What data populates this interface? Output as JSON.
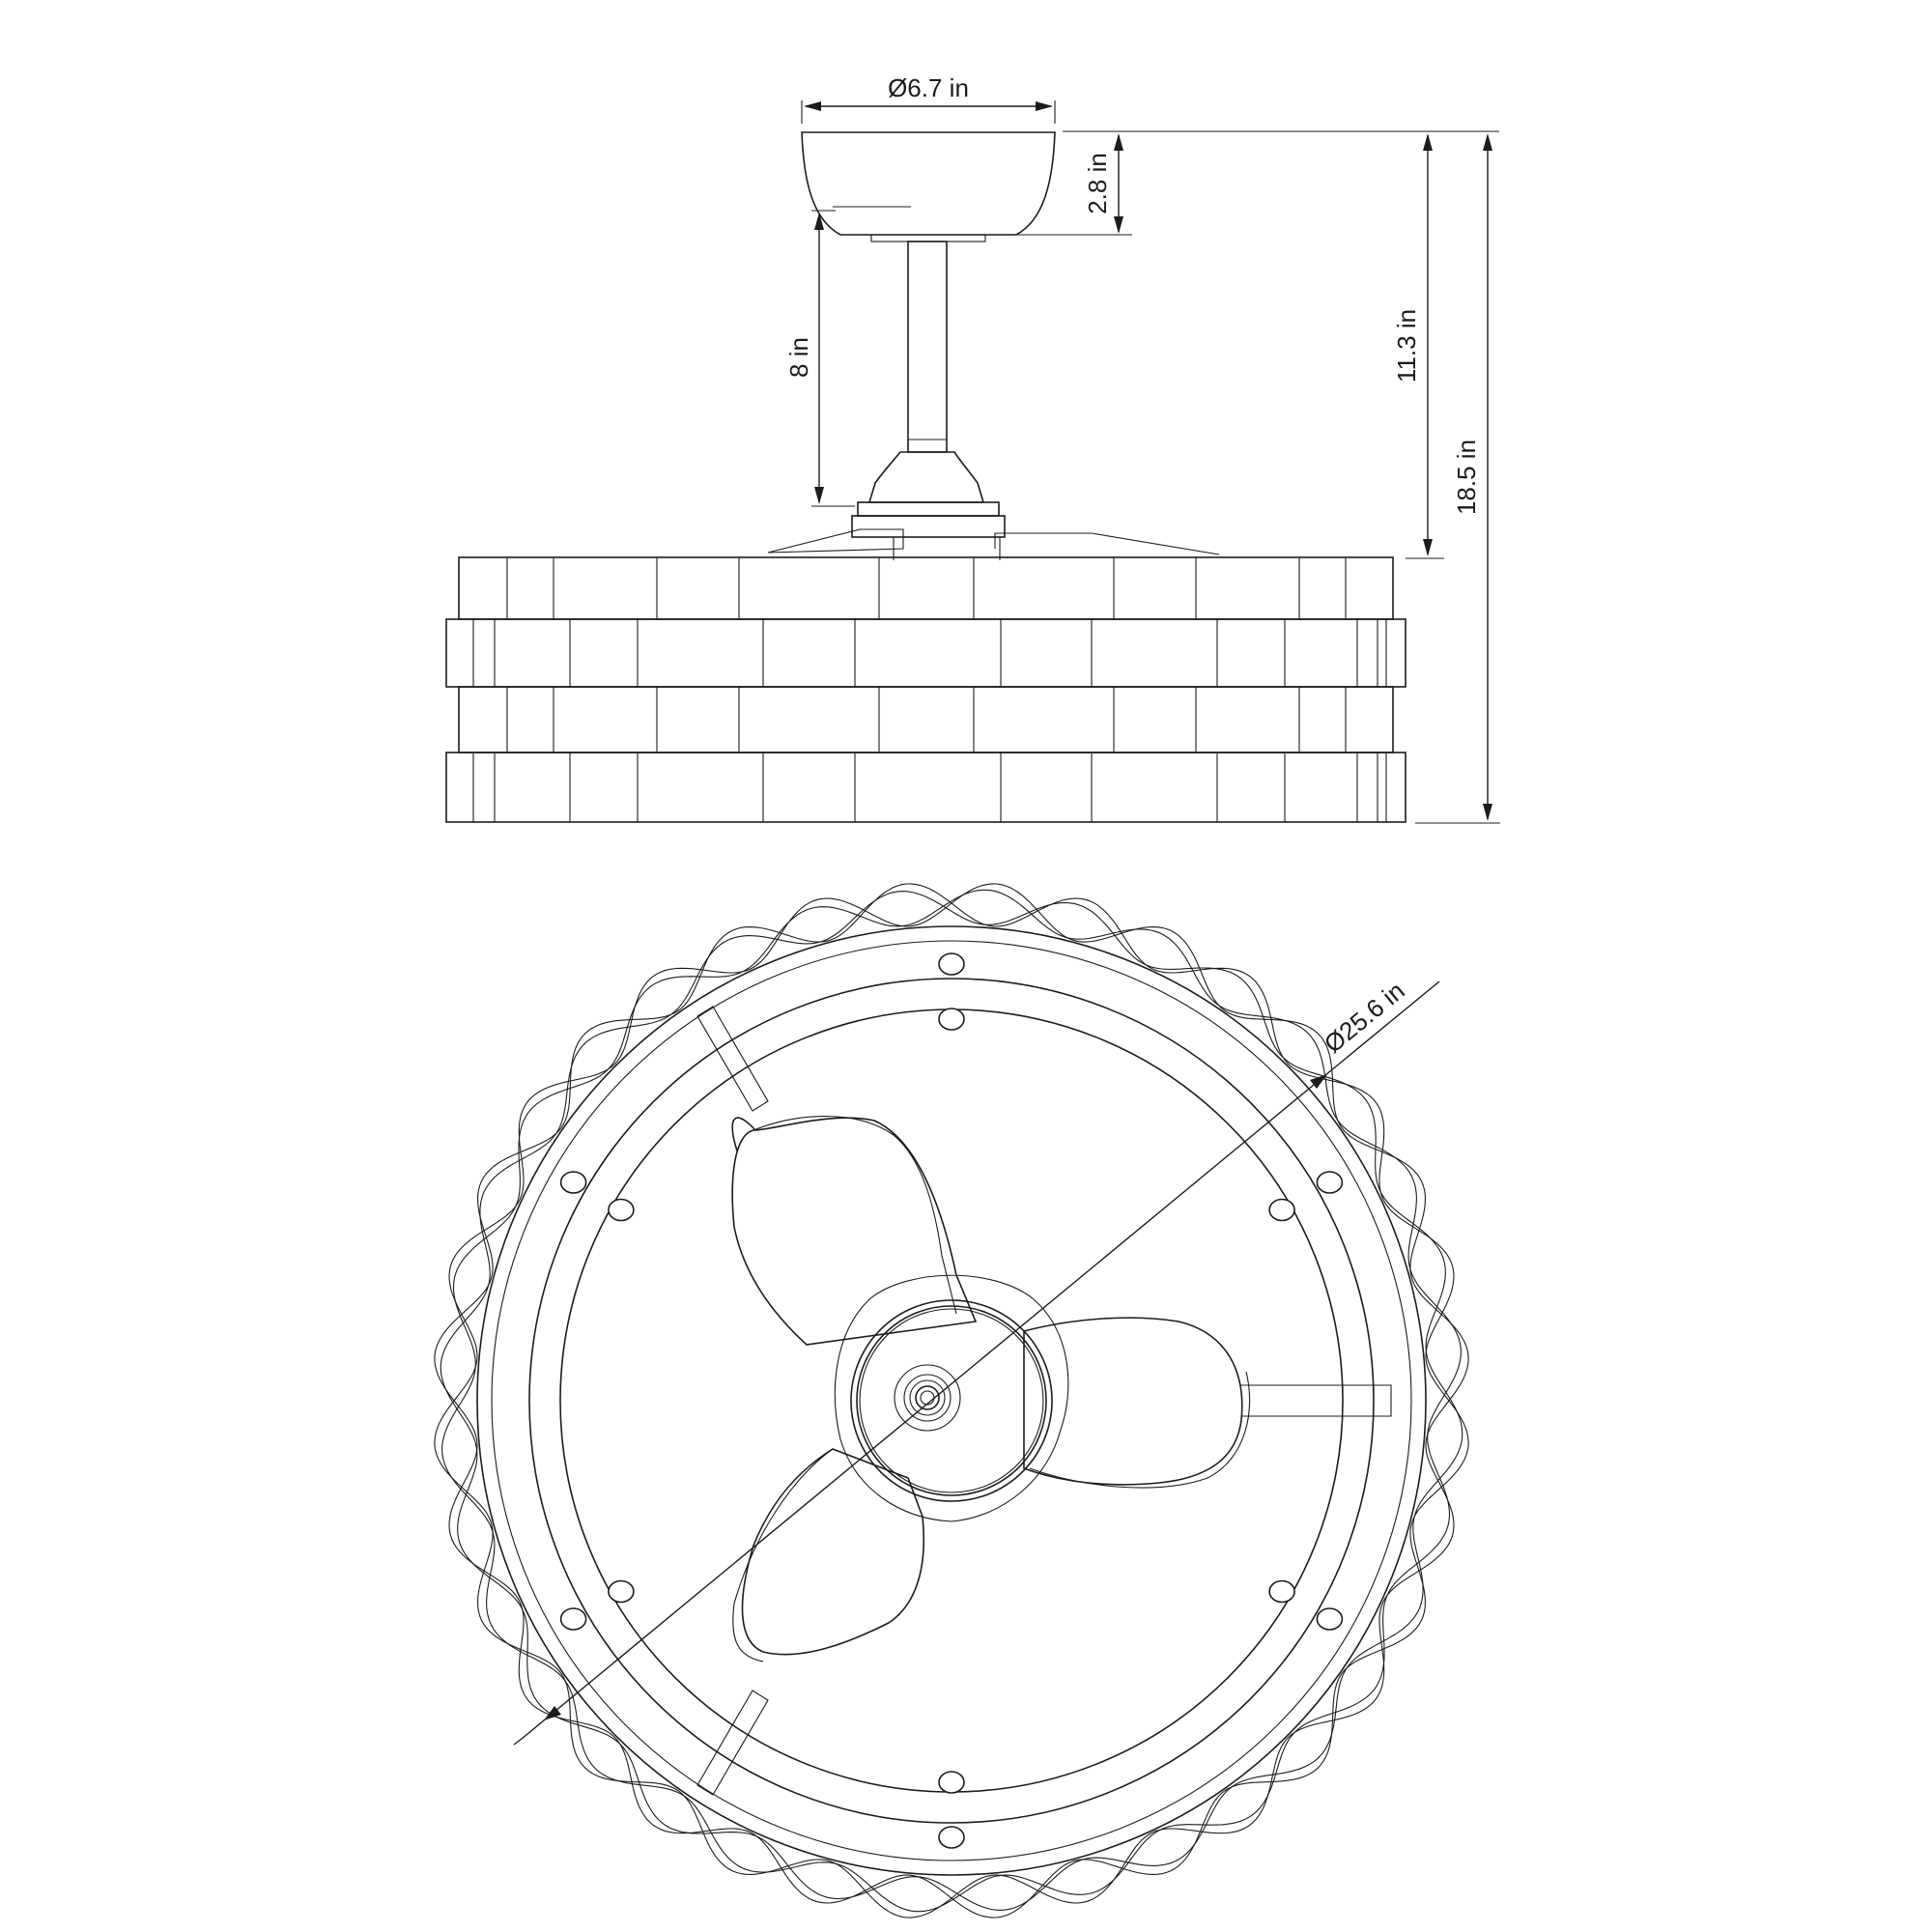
{
  "dimensions": {
    "canopy_diameter": "Ø6.7 in",
    "canopy_height": "2.8 in",
    "downrod_length": "8 in",
    "height_to_cage_top": "11.3 in",
    "overall_height": "18.5 in",
    "cage_diameter": "Ø25.6 in"
  },
  "views": {
    "side": {
      "cage_rows": 4
    },
    "bottom": {
      "blade_count": 3
    }
  },
  "colors": {
    "line": "#1c1c1c",
    "background": "#ffffff"
  }
}
